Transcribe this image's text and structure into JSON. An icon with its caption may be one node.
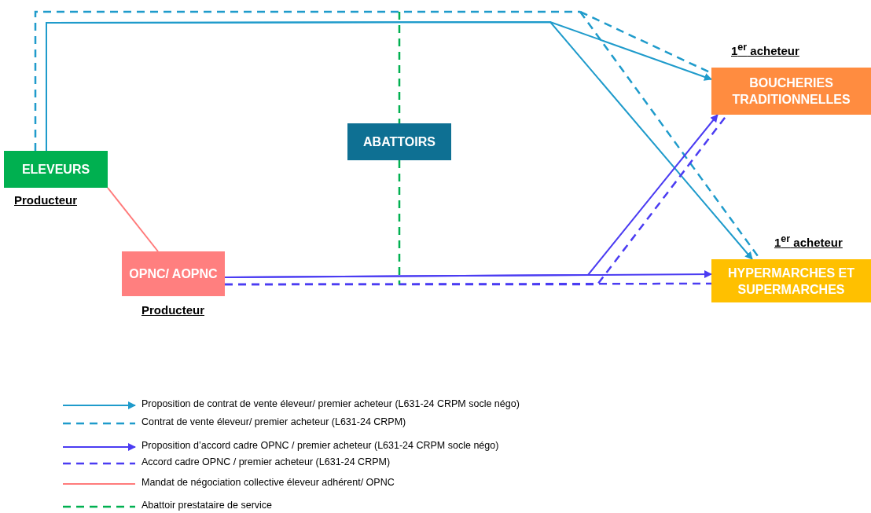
{
  "diagram": {
    "nodes": [
      {
        "text": [
          "ELEVEURS"
        ],
        "beside": [
          "Producteur"
        ]
      },
      {
        "text": [
          "ABATTOIRS"
        ]
      },
      {
        "text": [
          "BOUCHERIES TRADITIONNELLES"
        ],
        "beside": [
          "1$^{er}$ acheteur"
        ]
      },
      {
        "text": [
          "OPNC/ AOPNC"
        ],
        "beside": [
          "Producteur"
        ]
      },
      {
        "text": [
          "HYPERMARCHES ET SUPERMARCHES"
        ],
        "beside": [
          "1$^{er}$ acheteur"
        ]
      }
    ],
    "edges": [
      {
        "from": 0,
        "to": 2,
        "arrow": "to",
        "color": "#1f9bcb"
      },
      {
        "from": 0,
        "to": 4,
        "arrow": "to",
        "color": "#1f9bcb"
      },
      {
        "from": 0,
        "to": 2,
        "arrow": "none",
        "style": "dashed",
        "color": "#1f9bcb"
      },
      {
        "from": 0,
        "to": 4,
        "arrow": "none",
        "style": "dashed",
        "color": "#1f9bcb"
      },
      {
        "from": 0,
        "to": 3,
        "arrow": "none",
        "color": "#ff7b7b"
      },
      {
        "from": 3,
        "to": 2,
        "arrow": "to",
        "color": "#4b3cf2"
      },
      {
        "from": 3,
        "to": 4,
        "arrow": "to",
        "color": "#4b3cf2"
      },
      {
        "from": 3,
        "to": 2,
        "arrow": "none",
        "style": "dashed",
        "color": "#4b3cf2"
      },
      {
        "from": 3,
        "to": 4,
        "arrow": "none",
        "style": "dashed",
        "color": "#4b3cf2"
      },
      {
        "from": null,
        "to": 1,
        "arrow": "none",
        "style": "dashed",
        "color": "#00b050"
      },
      {
        "from": 1,
        "to": null,
        "arrow": "none",
        "style": "dashed",
        "color": "#00b050"
      }
    ],
    "legend": [
      {
        "text": "Proposition de contrat de vente éleveur/ premier acheteur (L631-24 CRPM socle négo)"
      },
      {
        "text": "Contrat de vente éleveur/ premier acheteur (L631-24 CRPM)"
      },
      {
        "text": "Proposition d’accord cadre OPNC / premier acheteur (L631-24 CRPM socle négo)"
      },
      {
        "text": "Accord cadre OPNC / premier acheteur (L631-24 CRPM)"
      },
      {
        "text": "Mandat de négociation collective éleveur adhérent/ OPNC"
      },
      {
        "text": "Abattoir prestataire de service"
      }
    ]
  }
}
